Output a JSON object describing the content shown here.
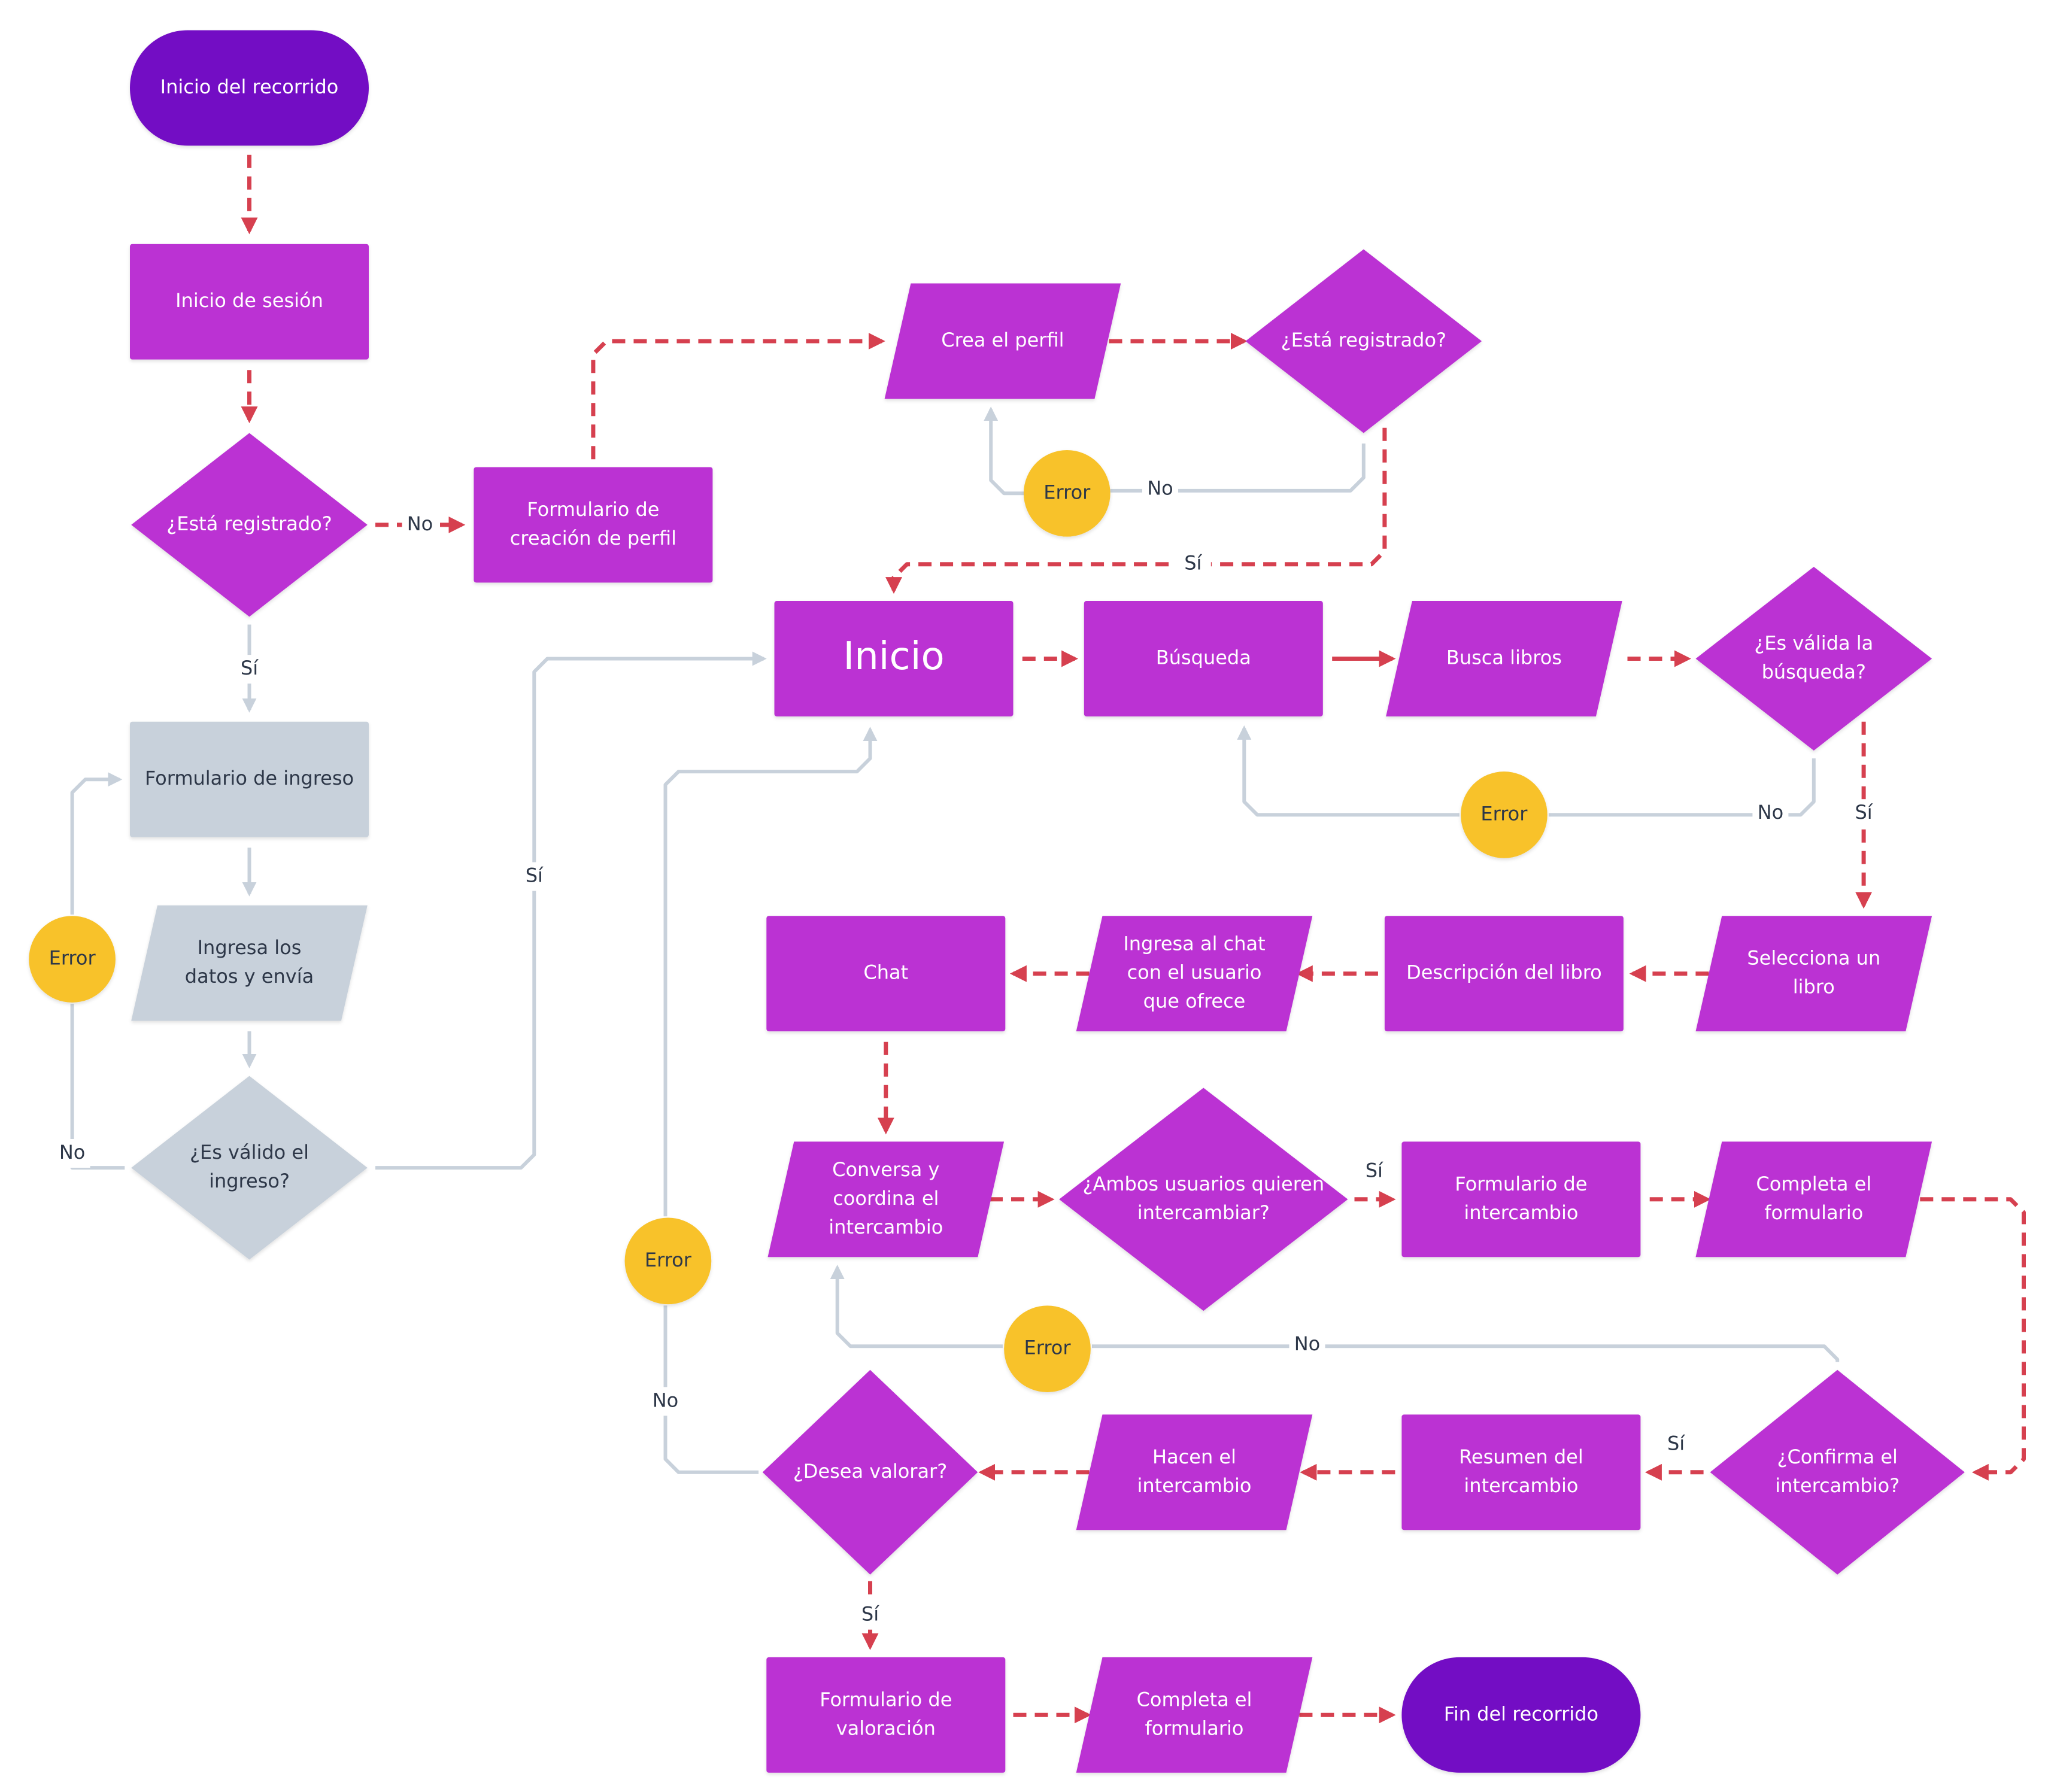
{
  "colors": {
    "purple": "#bb33d3",
    "dark_purple": "#7310c4",
    "gray": "#c8d1db",
    "yellow": "#f8c22a",
    "red_arrow": "#d6404f",
    "gray_arrow": "#c8d1db",
    "text_light": "#ffffff",
    "text_dark": "#2d3748"
  },
  "nodes": [
    {
      "id": "start",
      "shape": "terminal",
      "style": "dark_purple",
      "lines": [
        "Inicio del recorrido"
      ]
    },
    {
      "id": "login",
      "shape": "rect",
      "style": "purple",
      "lines": [
        "Inicio de sesión"
      ]
    },
    {
      "id": "registered1",
      "shape": "diamond",
      "style": "purple",
      "lines": [
        "¿Está registrado?"
      ]
    },
    {
      "id": "profile_form",
      "shape": "rect",
      "style": "purple",
      "lines": [
        "Formulario de",
        "creación de perfil"
      ]
    },
    {
      "id": "create_profile",
      "shape": "parallelogram",
      "style": "purple",
      "lines": [
        "Crea el perfil"
      ]
    },
    {
      "id": "registered2",
      "shape": "diamond",
      "style": "purple",
      "lines": [
        "¿Está registrado?"
      ]
    },
    {
      "id": "error_profile",
      "shape": "circle",
      "style": "yellow",
      "lines": [
        "Error"
      ]
    },
    {
      "id": "login_form",
      "shape": "rect",
      "style": "gray",
      "lines": [
        "Formulario de ingreso"
      ]
    },
    {
      "id": "enter_data",
      "shape": "parallelogram",
      "style": "gray",
      "lines": [
        "Ingresa los",
        "datos y envía"
      ]
    },
    {
      "id": "valid_login",
      "shape": "diamond",
      "style": "gray",
      "lines": [
        "¿Es válido el",
        "ingreso?"
      ]
    },
    {
      "id": "error_login",
      "shape": "circle",
      "style": "yellow",
      "lines": [
        "Error"
      ]
    },
    {
      "id": "home",
      "shape": "rect",
      "style": "purple",
      "big": true,
      "lines": [
        "Inicio"
      ]
    },
    {
      "id": "search",
      "shape": "rect",
      "style": "purple",
      "lines": [
        "Búsqueda"
      ]
    },
    {
      "id": "search_books",
      "shape": "parallelogram",
      "style": "purple",
      "lines": [
        "Busca libros"
      ]
    },
    {
      "id": "valid_search",
      "shape": "diamond",
      "style": "purple",
      "lines": [
        "¿Es válida la",
        "búsqueda?"
      ]
    },
    {
      "id": "error_search",
      "shape": "circle",
      "style": "yellow",
      "lines": [
        "Error"
      ]
    },
    {
      "id": "select_book",
      "shape": "parallelogram",
      "style": "purple",
      "lines": [
        "Selecciona un",
        "libro"
      ]
    },
    {
      "id": "book_desc",
      "shape": "rect",
      "style": "purple",
      "lines": [
        "Descripción del libro"
      ]
    },
    {
      "id": "enter_chat",
      "shape": "parallelogram",
      "style": "purple",
      "lines": [
        "Ingresa al chat",
        "con el usuario",
        "que ofrece"
      ]
    },
    {
      "id": "chat",
      "shape": "rect",
      "style": "purple",
      "lines": [
        "Chat"
      ]
    },
    {
      "id": "converse",
      "shape": "parallelogram",
      "style": "purple",
      "lines": [
        "Conversa y",
        "coordina el",
        "intercambio"
      ]
    },
    {
      "id": "both_want",
      "shape": "diamond",
      "style": "purple",
      "lines": [
        "¿Ambos usuarios quieren",
        "intercambiar?"
      ]
    },
    {
      "id": "exchange_form",
      "shape": "rect",
      "style": "purple",
      "lines": [
        "Formulario de",
        "intercambio"
      ]
    },
    {
      "id": "complete_form1",
      "shape": "parallelogram",
      "style": "purple",
      "lines": [
        "Completa el",
        "formulario"
      ]
    },
    {
      "id": "error_exchange",
      "shape": "circle",
      "style": "yellow",
      "lines": [
        "Error"
      ]
    },
    {
      "id": "confirm",
      "shape": "diamond",
      "style": "purple",
      "lines": [
        "¿Confirma el",
        "intercambio?"
      ]
    },
    {
      "id": "summary",
      "shape": "rect",
      "style": "purple",
      "lines": [
        "Resumen del",
        "intercambio"
      ]
    },
    {
      "id": "do_exchange",
      "shape": "parallelogram",
      "style": "purple",
      "lines": [
        "Hacen el",
        "intercambio"
      ]
    },
    {
      "id": "rate",
      "shape": "diamond",
      "style": "purple",
      "lines": [
        "¿Desea valorar?"
      ]
    },
    {
      "id": "error_rate",
      "shape": "circle",
      "style": "yellow",
      "lines": [
        "Error"
      ]
    },
    {
      "id": "rating_form",
      "shape": "rect",
      "style": "purple",
      "lines": [
        "Formulario de",
        "valoración"
      ]
    },
    {
      "id": "complete_form2",
      "shape": "parallelogram",
      "style": "purple",
      "lines": [
        "Completa el",
        "formulario"
      ]
    },
    {
      "id": "end",
      "shape": "terminal",
      "style": "dark_purple",
      "lines": [
        "Fin del recorrido"
      ]
    }
  ],
  "edges": [
    {
      "id": "e1",
      "from": "start",
      "to": "login",
      "style": "red"
    },
    {
      "id": "e2",
      "from": "login",
      "to": "registered1",
      "style": "red"
    },
    {
      "id": "e3",
      "from": "registered1",
      "to": "profile_form",
      "style": "red",
      "label": "No"
    },
    {
      "id": "e4",
      "from": "profile_form",
      "to": "create_profile",
      "style": "red"
    },
    {
      "id": "e5",
      "from": "create_profile",
      "to": "registered2",
      "style": "red"
    },
    {
      "id": "e6",
      "from": "registered2",
      "to": "create_profile",
      "style": "gray",
      "label": "No",
      "via": "error_profile"
    },
    {
      "id": "e7",
      "from": "registered2",
      "to": "home",
      "style": "red",
      "label": "Sí"
    },
    {
      "id": "e8",
      "from": "registered1",
      "to": "login_form",
      "style": "gray",
      "label": "Sí"
    },
    {
      "id": "e9",
      "from": "login_form",
      "to": "enter_data",
      "style": "gray"
    },
    {
      "id": "e10",
      "from": "enter_data",
      "to": "valid_login",
      "style": "gray"
    },
    {
      "id": "e11",
      "from": "valid_login",
      "to": "login_form",
      "style": "gray",
      "label": "No",
      "via": "error_login"
    },
    {
      "id": "e12",
      "from": "valid_login",
      "to": "home",
      "style": "gray",
      "label": "Sí"
    },
    {
      "id": "e13",
      "from": "home",
      "to": "search",
      "style": "red"
    },
    {
      "id": "e14",
      "from": "search",
      "to": "search_books",
      "style": "red_solid"
    },
    {
      "id": "e15",
      "from": "search_books",
      "to": "valid_search",
      "style": "red"
    },
    {
      "id": "e16",
      "from": "valid_search",
      "to": "search",
      "style": "gray",
      "label": "No",
      "via": "error_search"
    },
    {
      "id": "e17",
      "from": "valid_search",
      "to": "select_book",
      "style": "red",
      "label": "Sí"
    },
    {
      "id": "e18",
      "from": "select_book",
      "to": "book_desc",
      "style": "red"
    },
    {
      "id": "e19",
      "from": "book_desc",
      "to": "enter_chat",
      "style": "red"
    },
    {
      "id": "e20",
      "from": "enter_chat",
      "to": "chat",
      "style": "red"
    },
    {
      "id": "e21",
      "from": "chat",
      "to": "converse",
      "style": "red"
    },
    {
      "id": "e22",
      "from": "converse",
      "to": "both_want",
      "style": "red"
    },
    {
      "id": "e23",
      "from": "both_want",
      "to": "exchange_form",
      "style": "red",
      "label": "Sí"
    },
    {
      "id": "e24",
      "from": "exchange_form",
      "to": "complete_form1",
      "style": "red"
    },
    {
      "id": "e25",
      "from": "complete_form1",
      "to": "confirm",
      "style": "red"
    },
    {
      "id": "e26",
      "from": "confirm",
      "to": "converse",
      "style": "gray",
      "label": "No",
      "via": "error_exchange"
    },
    {
      "id": "e27",
      "from": "confirm",
      "to": "summary",
      "style": "red",
      "label": "Sí"
    },
    {
      "id": "e28",
      "from": "summary",
      "to": "do_exchange",
      "style": "red"
    },
    {
      "id": "e29",
      "from": "do_exchange",
      "to": "rate",
      "style": "red"
    },
    {
      "id": "e30",
      "from": "rate",
      "to": "home",
      "style": "gray",
      "label": "No",
      "via": "error_rate"
    },
    {
      "id": "e31",
      "from": "rate",
      "to": "rating_form",
      "style": "red",
      "label": "Sí"
    },
    {
      "id": "e32",
      "from": "rating_form",
      "to": "complete_form2",
      "style": "red"
    },
    {
      "id": "e33",
      "from": "complete_form2",
      "to": "end",
      "style": "red"
    }
  ]
}
